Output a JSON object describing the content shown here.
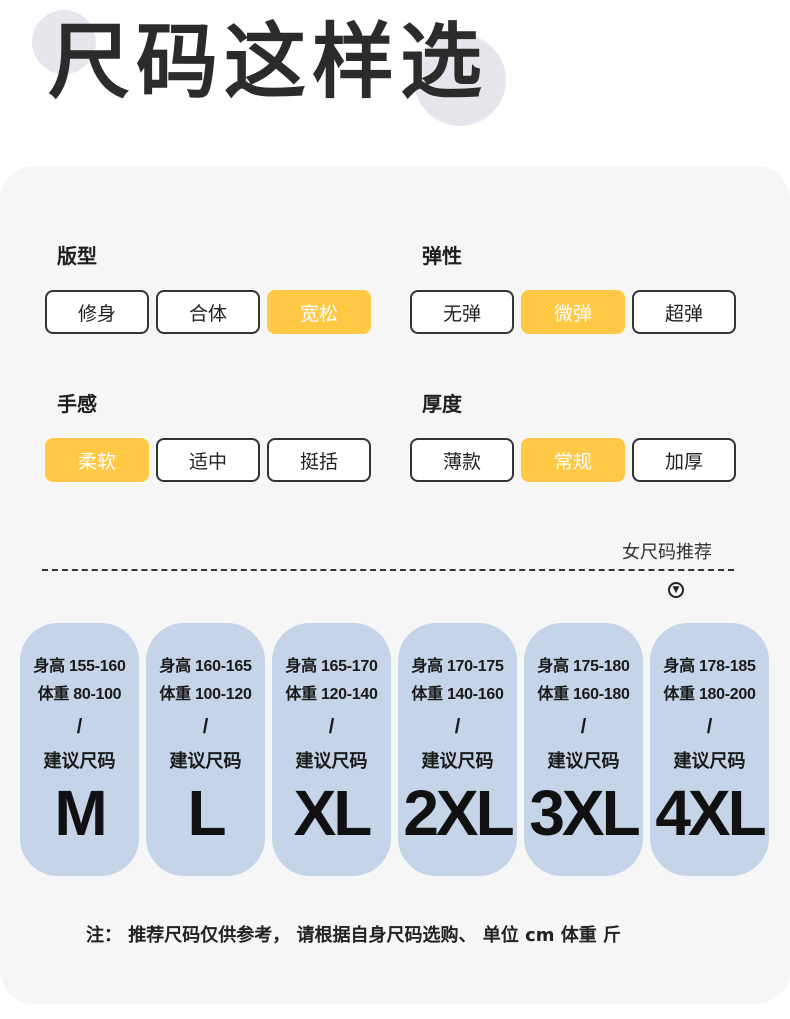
{
  "page_title": "尺码这样选",
  "groups": {
    "fit": {
      "title": "版型",
      "options": [
        {
          "label": "修身"
        },
        {
          "label": "合体"
        },
        {
          "label": "宽松"
        }
      ],
      "selected": 2
    },
    "elasticity": {
      "title": "弹性",
      "options": [
        {
          "label": "无弹"
        },
        {
          "label": "微弹"
        },
        {
          "label": "超弹"
        }
      ],
      "selected": 1
    },
    "feel": {
      "title": "手感",
      "options": [
        {
          "label": "柔软"
        },
        {
          "label": "适中"
        },
        {
          "label": "挺括"
        }
      ],
      "selected": 0
    },
    "thickness": {
      "title": "厚度",
      "options": [
        {
          "label": "薄款"
        },
        {
          "label": "常规"
        },
        {
          "label": "加厚"
        }
      ],
      "selected": 1
    }
  },
  "women_size_label": "女尺码推荐",
  "sizes": [
    {
      "height": "身高 155-160",
      "weight": "体重 80-100",
      "slash": "/",
      "rec": "建议尺码",
      "size": "M"
    },
    {
      "height": "身高 160-165",
      "weight": "体重 100-120",
      "slash": "/",
      "rec": "建议尺码",
      "size": "L"
    },
    {
      "height": "身高 165-170",
      "weight": "体重 120-140",
      "slash": "/",
      "rec": "建议尺码",
      "size": "XL"
    },
    {
      "height": "身高 170-175",
      "weight": "体重 140-160",
      "slash": "/",
      "rec": "建议尺码",
      "size": "2XL"
    },
    {
      "height": "身高 175-180",
      "weight": "体重 160-180",
      "slash": "/",
      "rec": "建议尺码",
      "size": "3XL"
    },
    {
      "height": "身高 178-185",
      "weight": "体重 180-200",
      "slash": "/",
      "rec": "建议尺码",
      "size": "4XL"
    }
  ],
  "note": "注： 推荐尺码仅供参考， 请根据自身尺码选购、 单位 cm 体重 斤",
  "colors": {
    "selected_option": "#ffc845",
    "size_card": "#c5d4e8",
    "panel": "#f6f6f6"
  }
}
